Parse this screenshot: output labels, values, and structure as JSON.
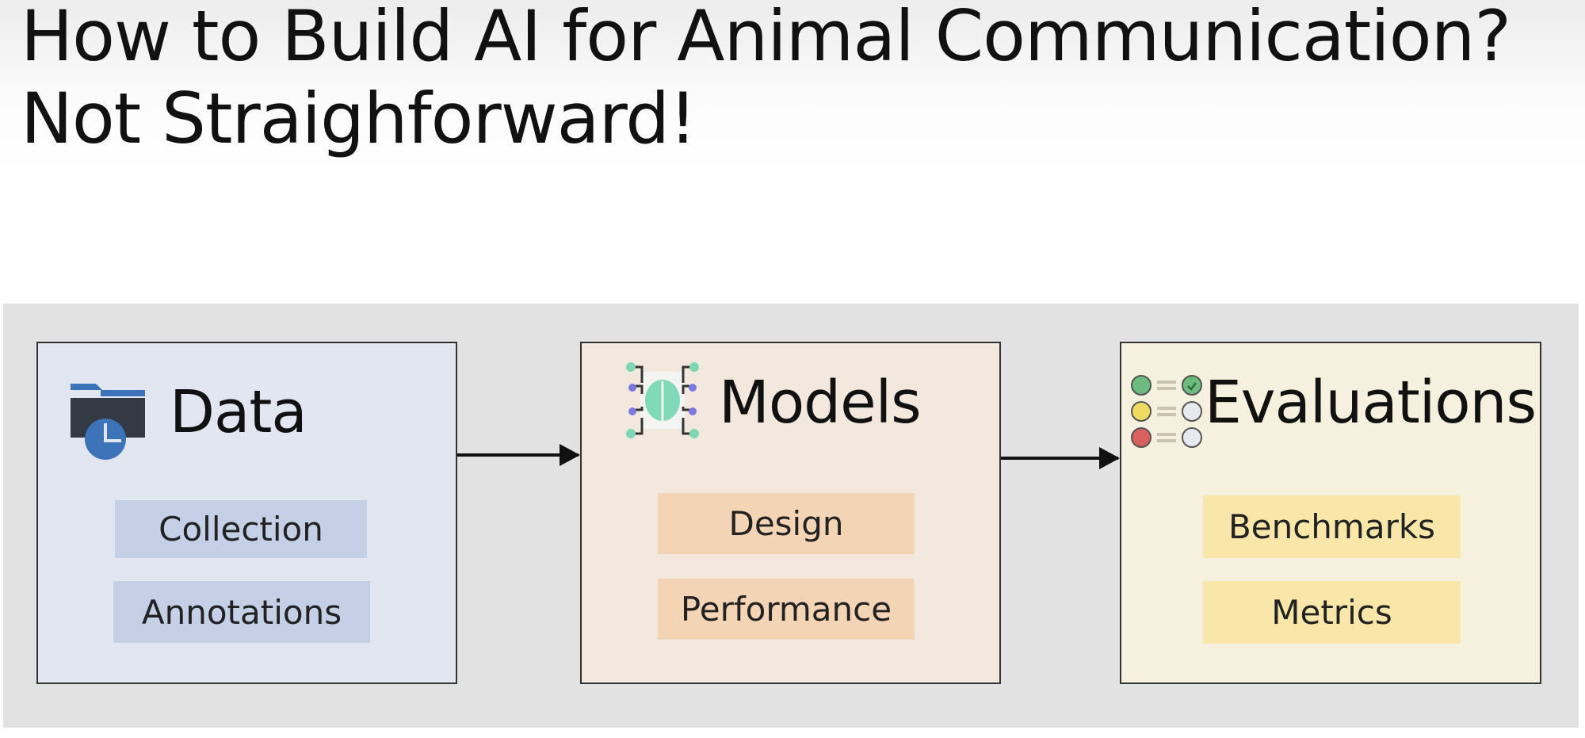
{
  "slide": {
    "title_line1": "How to Build AI for Animal Communication?",
    "title_line2": "Not Straighforward!"
  },
  "stages": {
    "data": {
      "label": "Data",
      "icon": "folder-chart-icon",
      "items": [
        "Collection",
        "Annotations"
      ],
      "color": "#e2e6f1",
      "chip_color": "#c5d0e7"
    },
    "models": {
      "label": "Models",
      "icon": "brain-network-icon",
      "items": [
        "Design",
        "Performance"
      ],
      "color": "#f3e8dd",
      "chip_color": "#f3d5b6"
    },
    "evaluations": {
      "label": "Evaluations",
      "icon": "evaluation-checklist-icon",
      "items": [
        "Benchmarks",
        "Metrics"
      ],
      "color": "#f6f0df",
      "chip_color": "#f8e7a8"
    }
  }
}
